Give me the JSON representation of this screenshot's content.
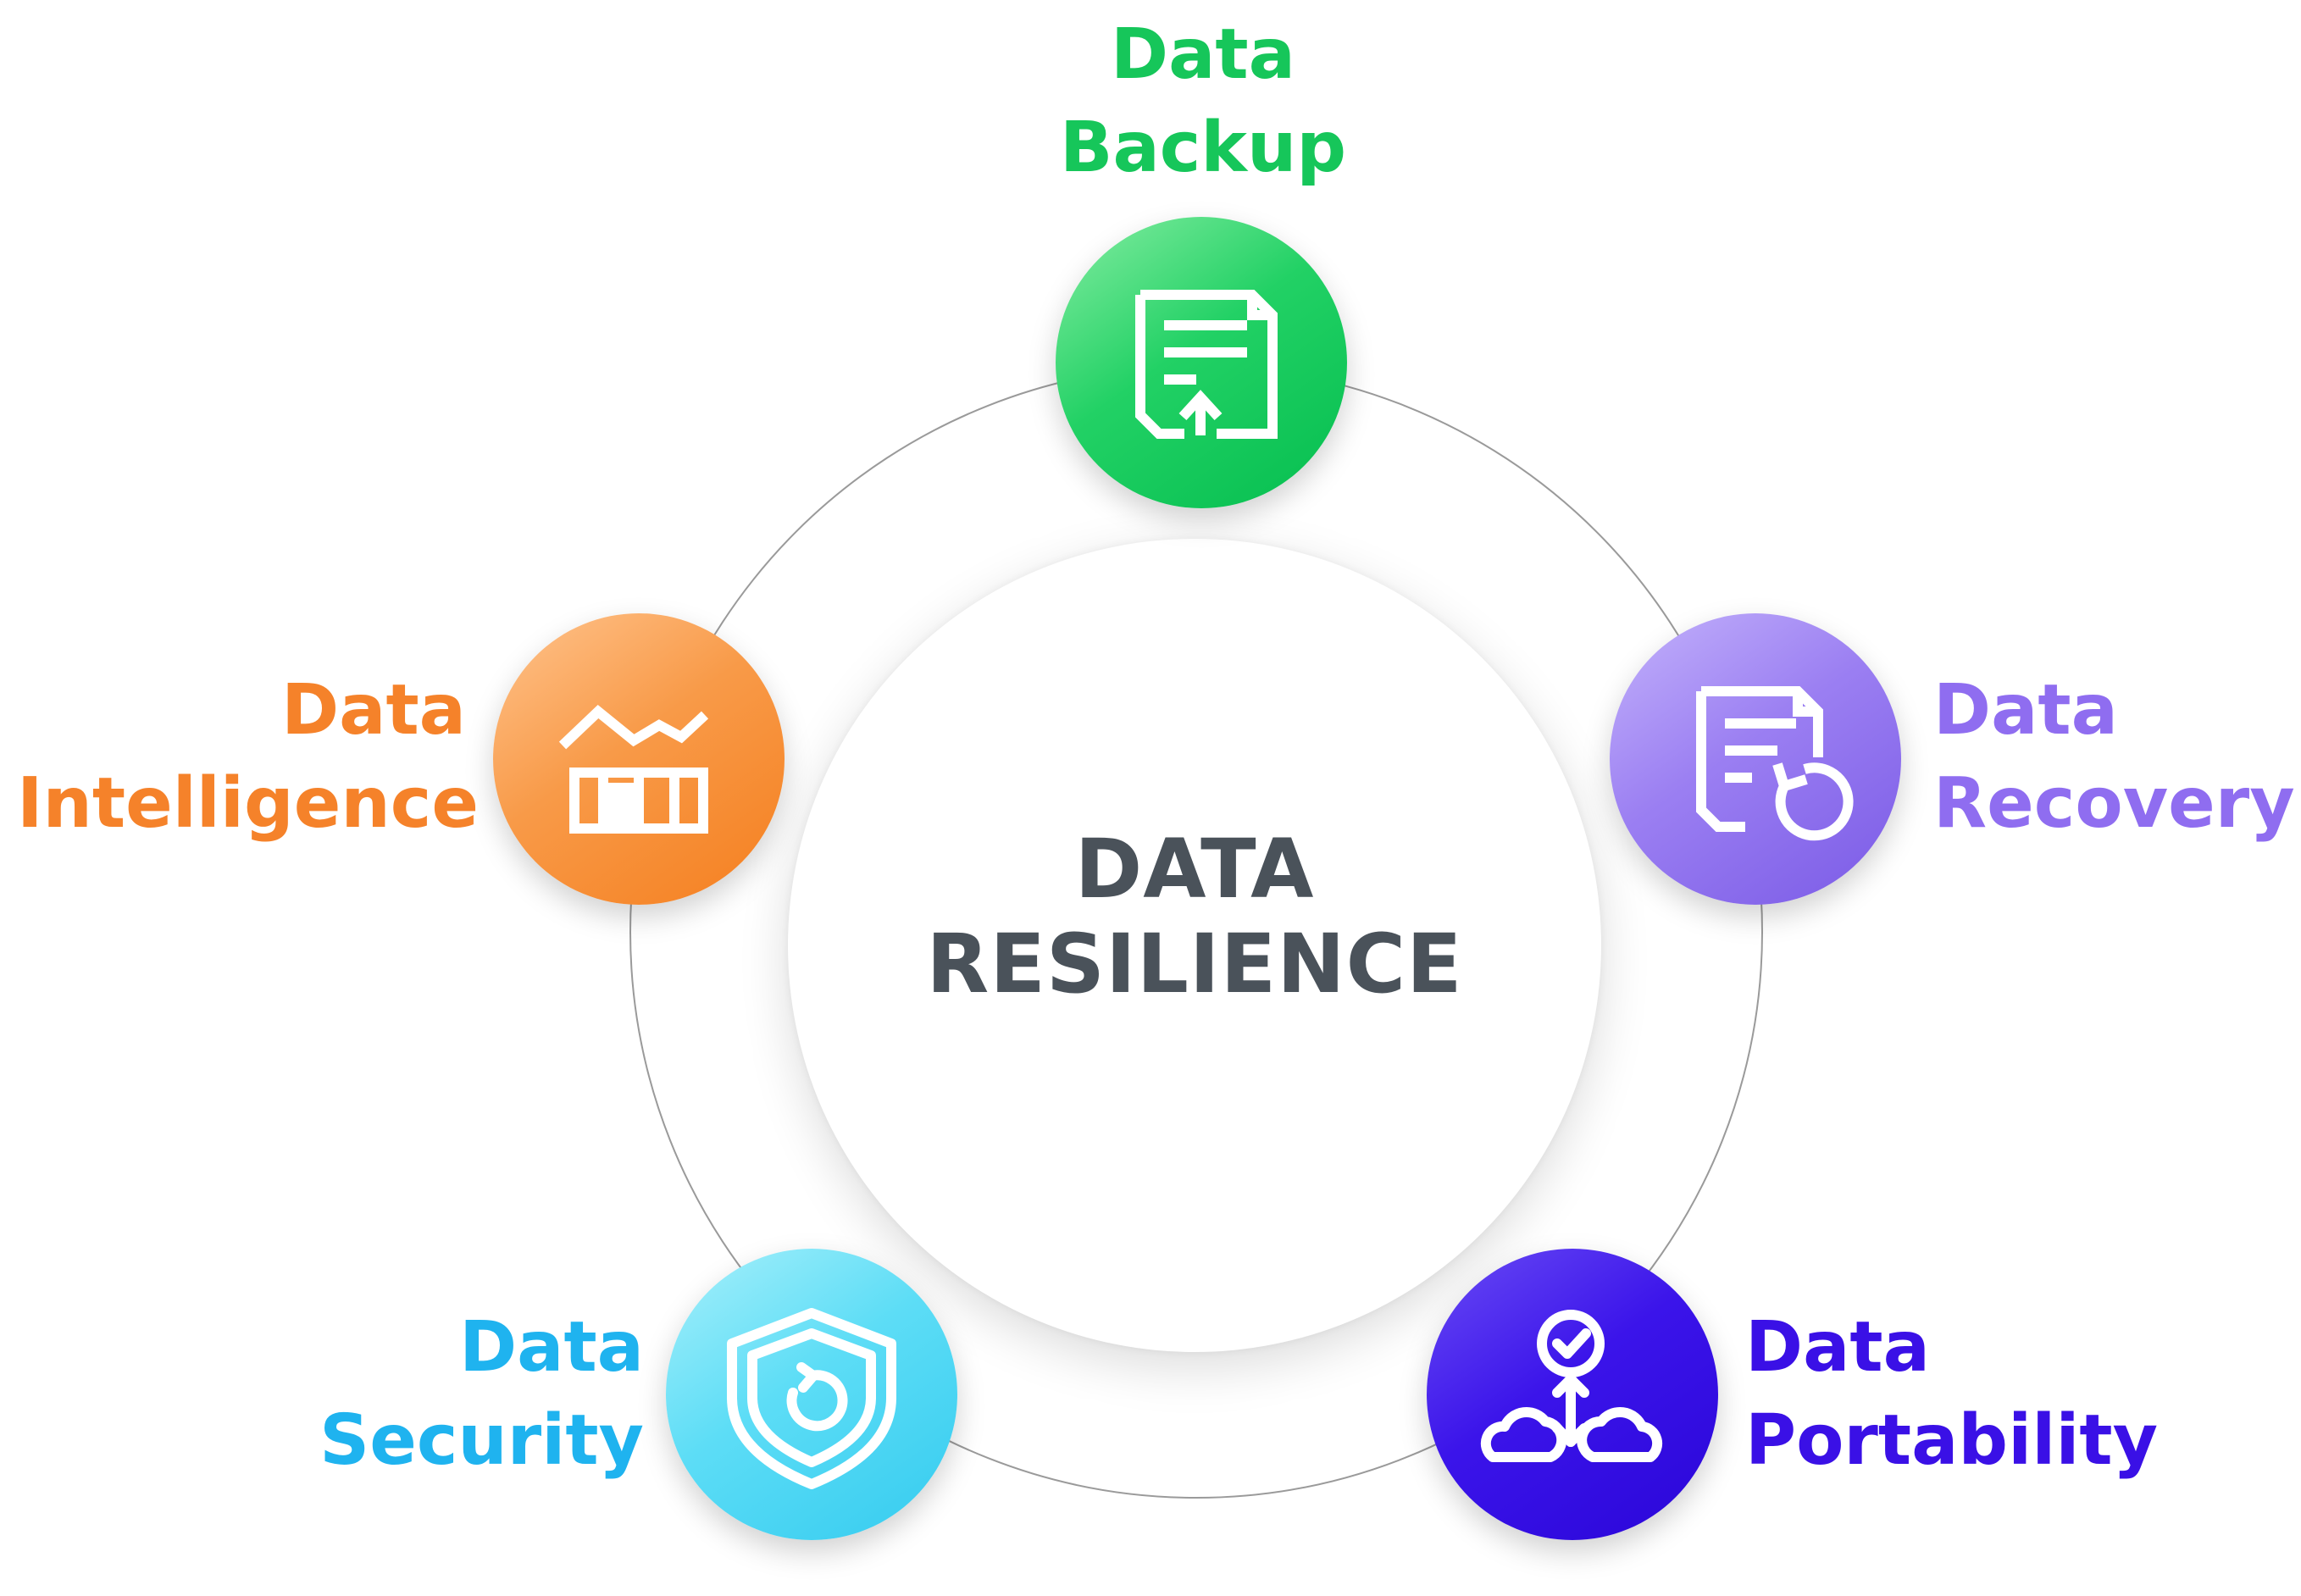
{
  "center": {
    "line1": "DATA",
    "line2": "RESILIENCE"
  },
  "nodes": [
    {
      "id": "backup",
      "line1": "Data",
      "line2": "Backup",
      "icon": "document-upload-icon",
      "color": "#16c65a"
    },
    {
      "id": "recovery",
      "line1": "Data",
      "line2": "Recovery",
      "icon": "document-restore-icon",
      "color": "#8f6df0"
    },
    {
      "id": "portability",
      "line1": "Data",
      "line2": "Portability",
      "icon": "cloud-transfer-icon",
      "color": "#3a10e6"
    },
    {
      "id": "security",
      "line1": "Data",
      "line2": "Security",
      "icon": "shield-restore-icon",
      "color": "#1fb3ef"
    },
    {
      "id": "intelligence",
      "line1": "Data",
      "line2": "Intelligence",
      "icon": "analytics-chart-icon",
      "color": "#f5822a"
    }
  ]
}
